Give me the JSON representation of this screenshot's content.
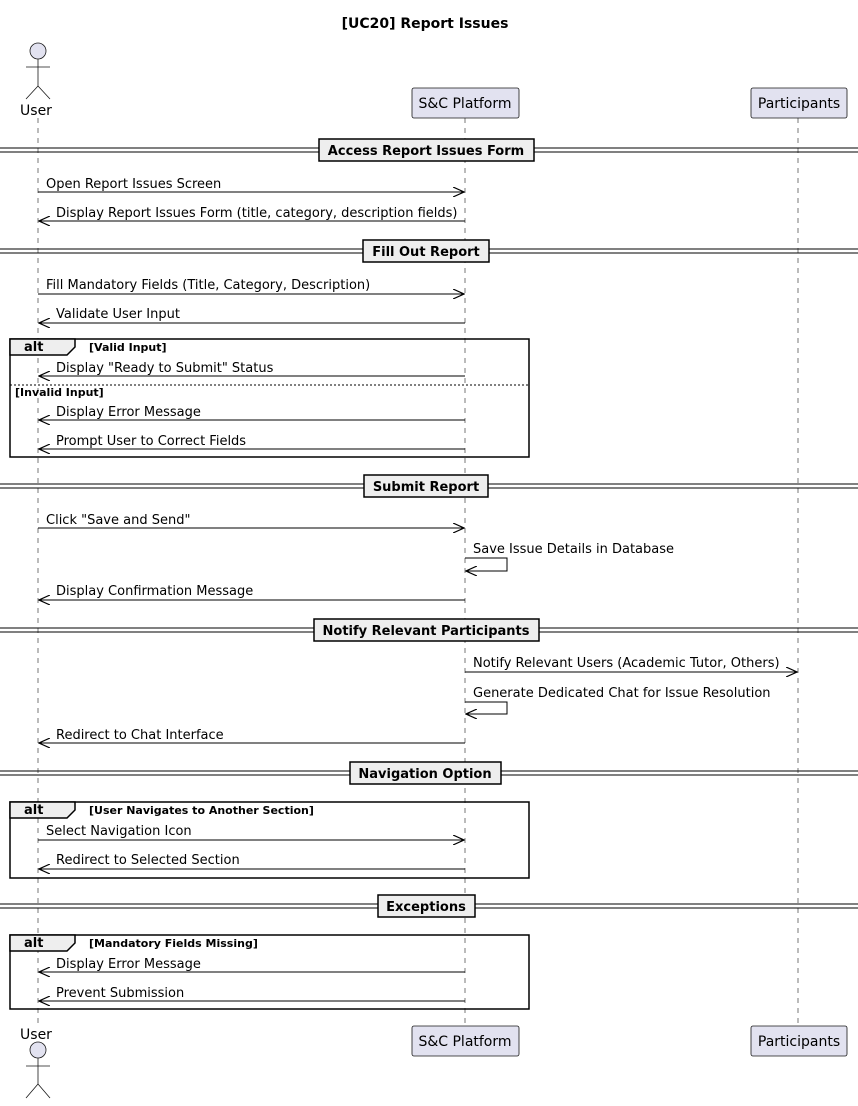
{
  "title": "[UC20] Report Issues",
  "participants": {
    "user": "User",
    "platform": "S&C Platform",
    "participants": "Participants"
  },
  "sections": {
    "access": "Access Report Issues Form",
    "fill": "Fill Out Report",
    "submit": "Submit Report",
    "notify": "Notify Relevant Participants",
    "navigation": "Navigation Option",
    "exceptions": "Exceptions"
  },
  "messages": {
    "m1": "Open Report Issues Screen",
    "m2": "Display Report Issues Form (title, category, description fields)",
    "m3": "Fill Mandatory Fields (Title, Category, Description)",
    "m4": "Validate User Input",
    "m5": "Display \"Ready to Submit\" Status",
    "m6": "Display Error Message",
    "m7": "Prompt User to Correct Fields",
    "m8": "Click \"Save and Send\"",
    "m9": "Save Issue Details in Database",
    "m10": "Display Confirmation Message",
    "m11": "Notify Relevant Users (Academic Tutor, Others)",
    "m12": "Generate Dedicated Chat for Issue Resolution",
    "m13": "Redirect to Chat Interface",
    "m14": "Select Navigation Icon",
    "m15": "Redirect to Selected Section",
    "m16": "Display Error Message",
    "m17": "Prevent Submission"
  },
  "alt_label": "alt",
  "guards": {
    "g1": "[Valid Input]",
    "g2": "[Invalid Input]",
    "g3": "[User Navigates to Another Section]",
    "g4": "[Mandatory Fields Missing]"
  }
}
